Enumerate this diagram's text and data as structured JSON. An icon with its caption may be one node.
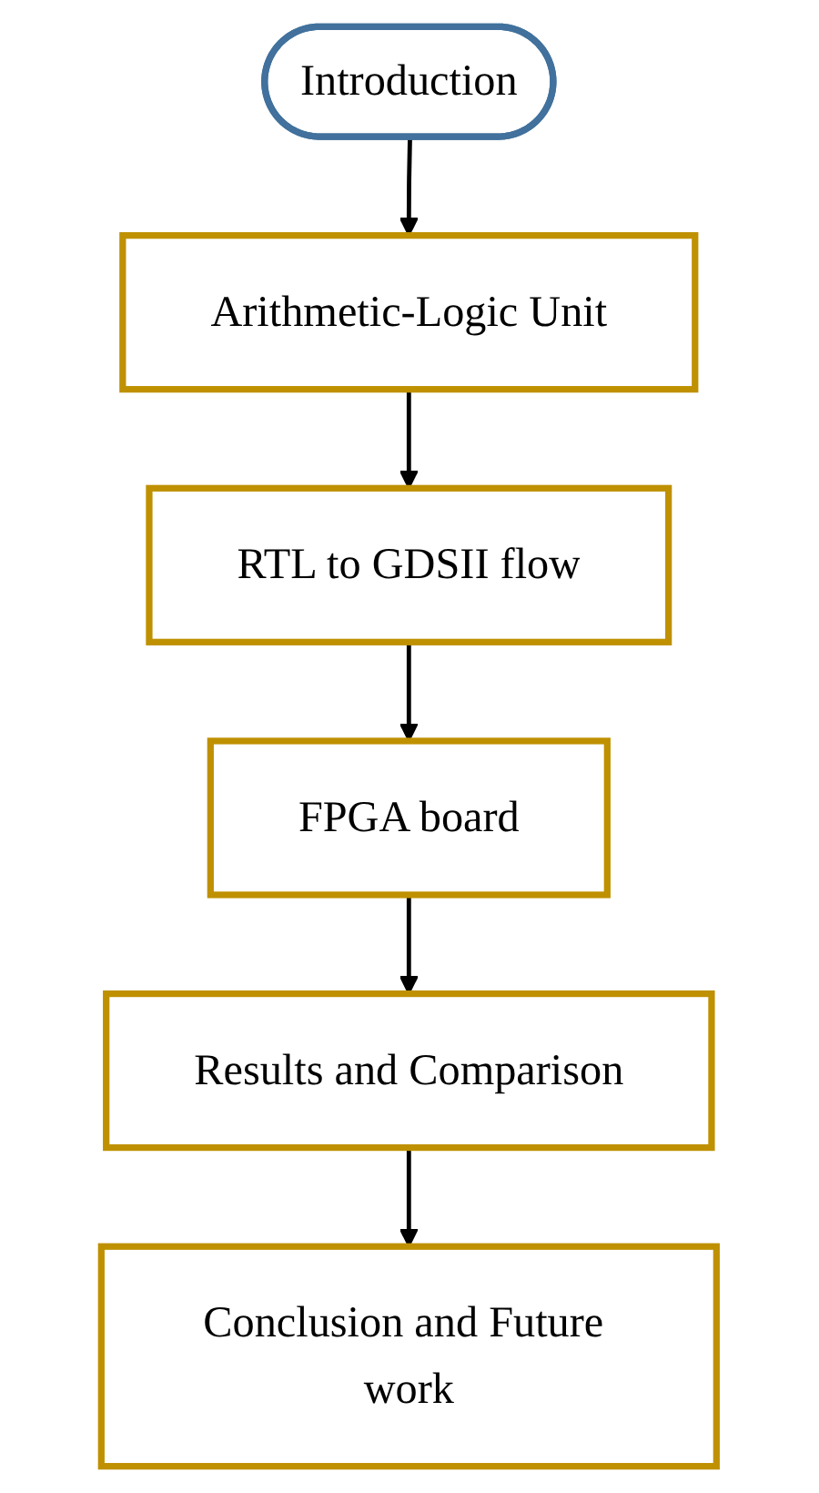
{
  "diagram": {
    "nodes": [
      {
        "text": [
          "Introduction"
        ]
      },
      {
        "text": [
          "Arithmetic-Logic Unit"
        ]
      },
      {
        "text": [
          "RTL to GDSII flow"
        ]
      },
      {
        "text": [
          "FPGA board"
        ]
      },
      {
        "text": [
          "Results and Comparison"
        ]
      },
      {
        "text": [
          "Conclusion and Future work"
        ]
      }
    ],
    "edges": [
      {
        "from": 0,
        "to": 1,
        "arrow": "to"
      },
      {
        "from": 1,
        "to": 2,
        "arrow": "to"
      },
      {
        "from": 2,
        "to": 3,
        "arrow": "to"
      },
      {
        "from": 3,
        "to": 4,
        "arrow": "to"
      },
      {
        "from": 4,
        "to": 5,
        "arrow": "to"
      }
    ]
  }
}
